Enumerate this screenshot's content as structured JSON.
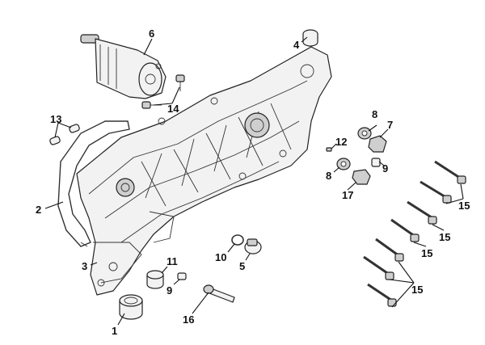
{
  "labels": {
    "p1": "1",
    "p2": "2",
    "p3": "3",
    "p4": "4",
    "p5": "5",
    "p6": "6",
    "p7": "7",
    "p8a": "8",
    "p8b": "8",
    "p9a": "9",
    "p9b": "9",
    "p10": "10",
    "p11": "11",
    "p12": "12",
    "p13": "13",
    "p14": "14",
    "p15a": "15",
    "p15b": "15",
    "p15c": "15",
    "p15d": "15",
    "p16": "16",
    "p17": "17"
  }
}
